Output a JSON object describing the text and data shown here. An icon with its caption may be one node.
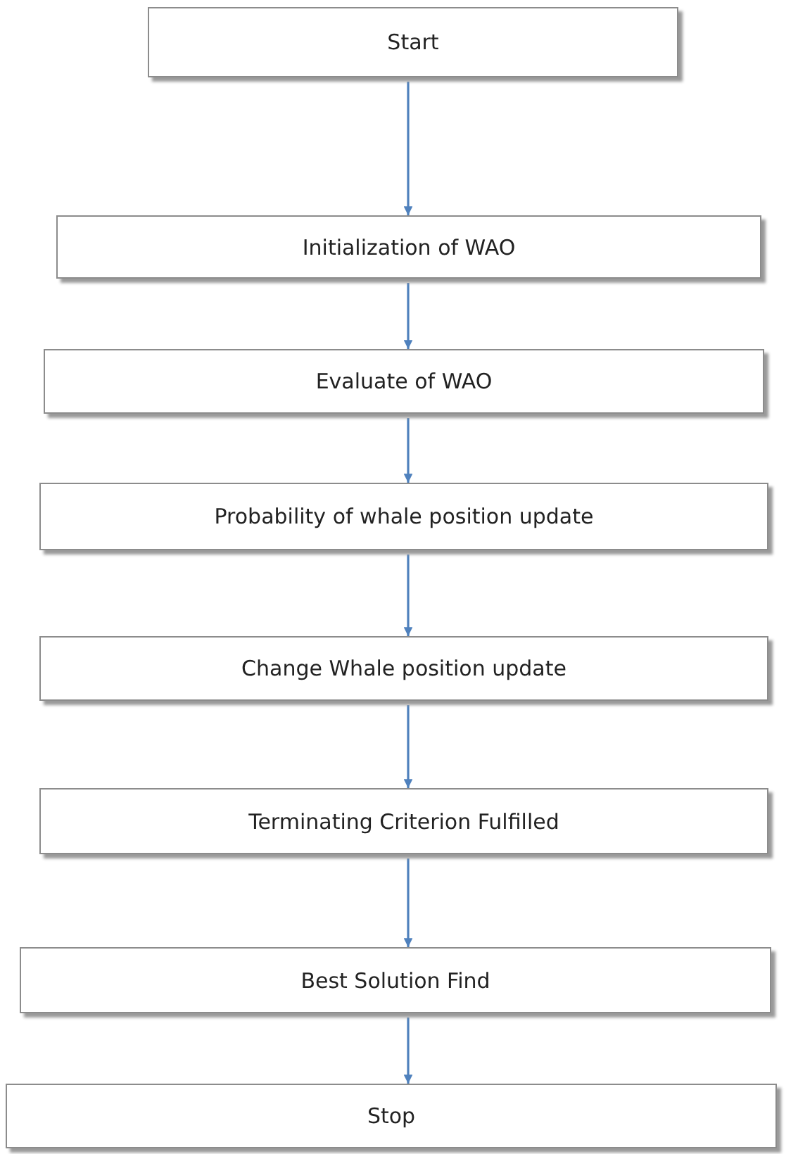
{
  "diagram": {
    "nodes": [
      {
        "text": [
          "Start"
        ]
      },
      {
        "text": [
          "Initialization of WAO"
        ]
      },
      {
        "text": [
          "Evaluate of WAO"
        ]
      },
      {
        "text": [
          "Probability of whale position update"
        ]
      },
      {
        "text": [
          "Change Whale position update"
        ]
      },
      {
        "text": [
          "Terminating Criterion Fulfilled"
        ]
      },
      {
        "text": [
          "Best Solution Find"
        ]
      },
      {
        "text": [
          "Stop"
        ]
      }
    ],
    "edges": [
      {
        "from": 0,
        "to": 1,
        "arrow": "to"
      },
      {
        "from": 1,
        "to": 2,
        "arrow": "to"
      },
      {
        "from": 2,
        "to": 3,
        "arrow": "to"
      },
      {
        "from": 3,
        "to": 4,
        "arrow": "to"
      },
      {
        "from": 4,
        "to": 5,
        "arrow": "to"
      },
      {
        "from": 5,
        "to": 6,
        "arrow": "to"
      },
      {
        "from": 6,
        "to": 7,
        "arrow": "to"
      }
    ]
  }
}
